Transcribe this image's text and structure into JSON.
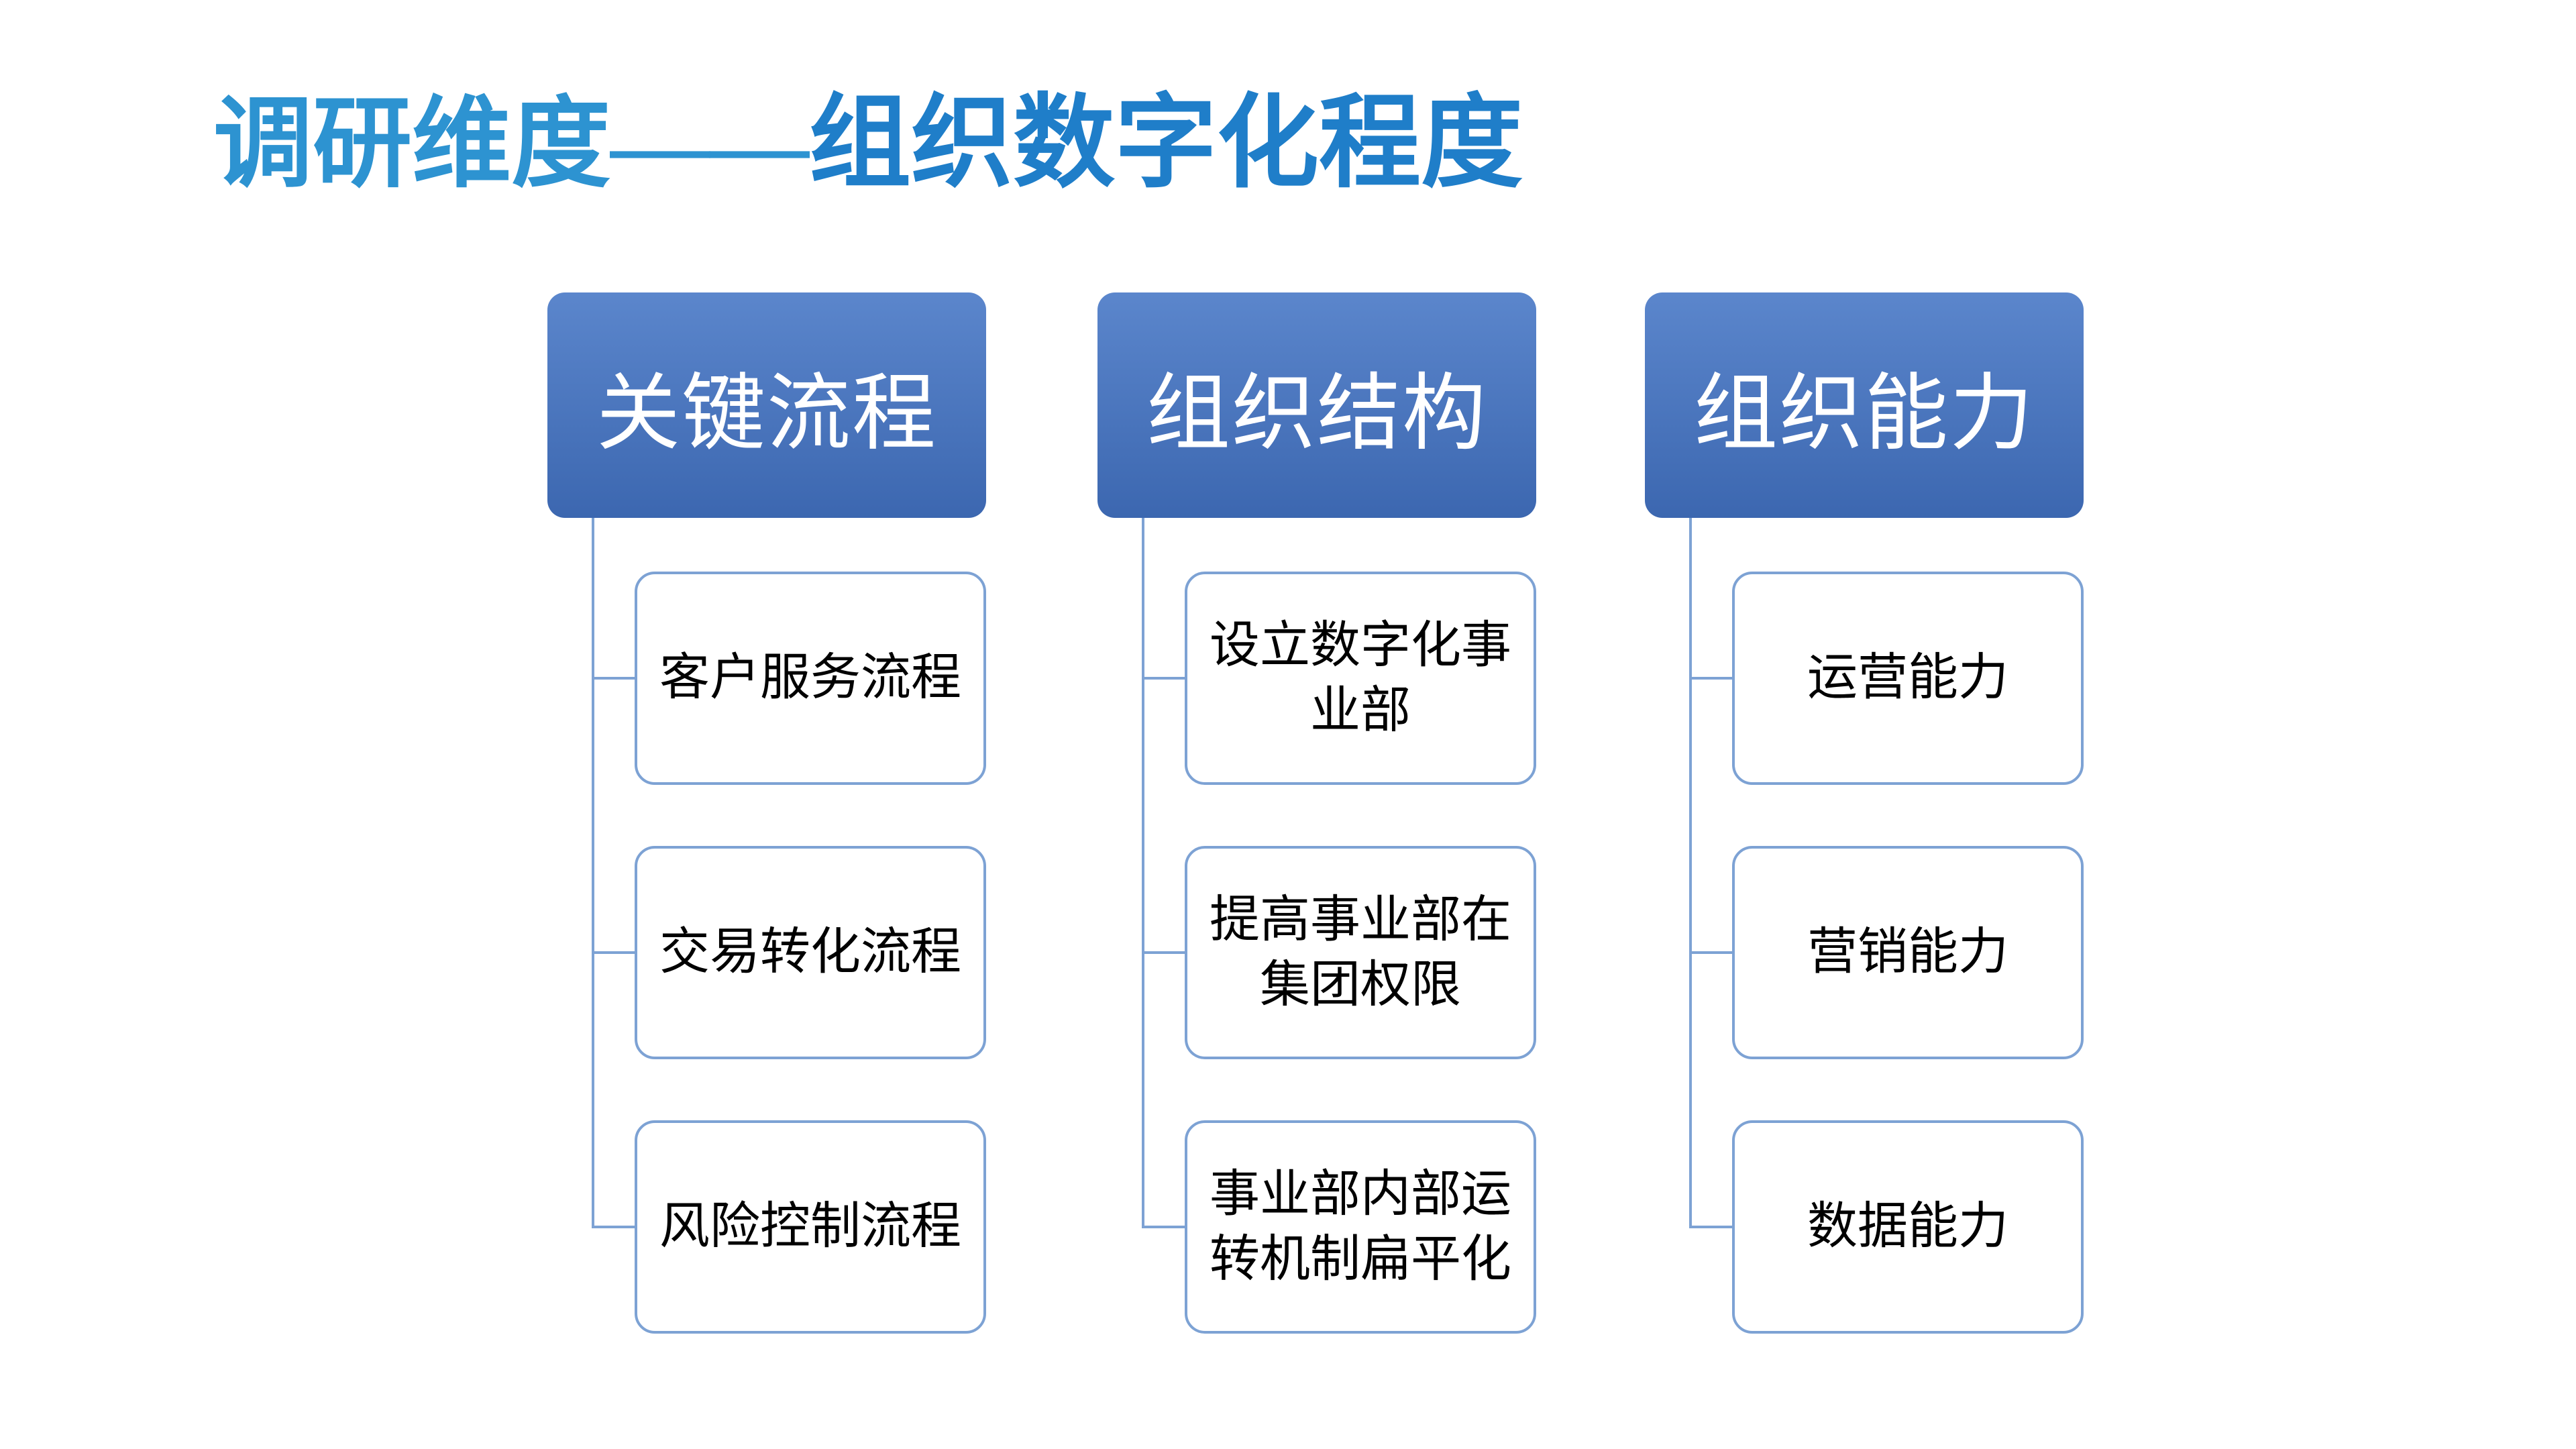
{
  "slide": {
    "title": {
      "prefix": "调研维度——",
      "emphasis": "组织数字化程度"
    },
    "columns": [
      {
        "header": "关键流程",
        "children": [
          "客户服务流程",
          "交易转化流程",
          "风险控制流程"
        ]
      },
      {
        "header": "组织结构",
        "children": [
          "设立数字化事业部",
          "提高事业部在集团权限",
          "事业部内部运转机制扁平化"
        ]
      },
      {
        "header": "组织能力",
        "children": [
          "运营能力",
          "营销能力",
          "数据能力"
        ]
      }
    ],
    "colors": {
      "background": "#ffffff",
      "title_prefix": "#2d93d1",
      "title_emphasis": "#1f7ec9",
      "header_gradient_top": "#5b86cc",
      "header_gradient_bottom": "#3c67b0",
      "header_text": "#ffffff",
      "box_border": "#7da2d4",
      "connector": "#7da2d4",
      "child_text": "#000000"
    }
  }
}
